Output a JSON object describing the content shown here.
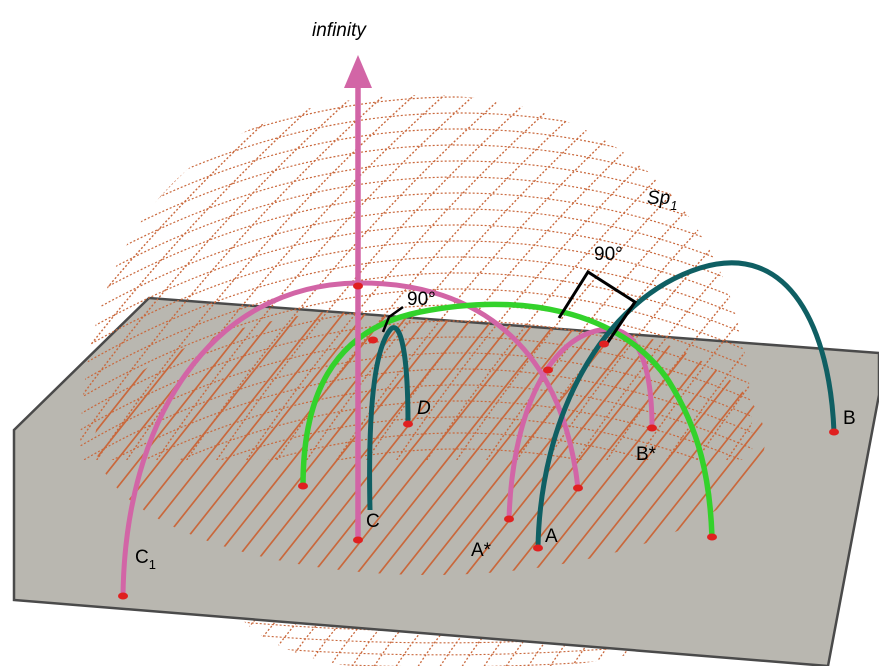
{
  "diagram": {
    "labels": {
      "infinity": "infinity",
      "sphere_main": "Sp",
      "sphere_sub": "1",
      "angle_top": "90°",
      "angle_left": "90°",
      "point_B": "B",
      "point_Bstar": "B*",
      "point_A": "A",
      "point_Astar": "A*",
      "point_C": "C",
      "point_C1_main": "C",
      "point_C1_sub": "1",
      "point_D": "D"
    },
    "colors": {
      "plane_fill": "#b9b7b0",
      "plane_edge": "#4a4a4a",
      "sphere_hatch": "#c9683c",
      "axis_magenta": "#d265a6",
      "teal_arc": "#0f5f63",
      "green_arc": "#33d22b",
      "point_red": "#e02020",
      "right_angle_mark": "#000000"
    }
  }
}
